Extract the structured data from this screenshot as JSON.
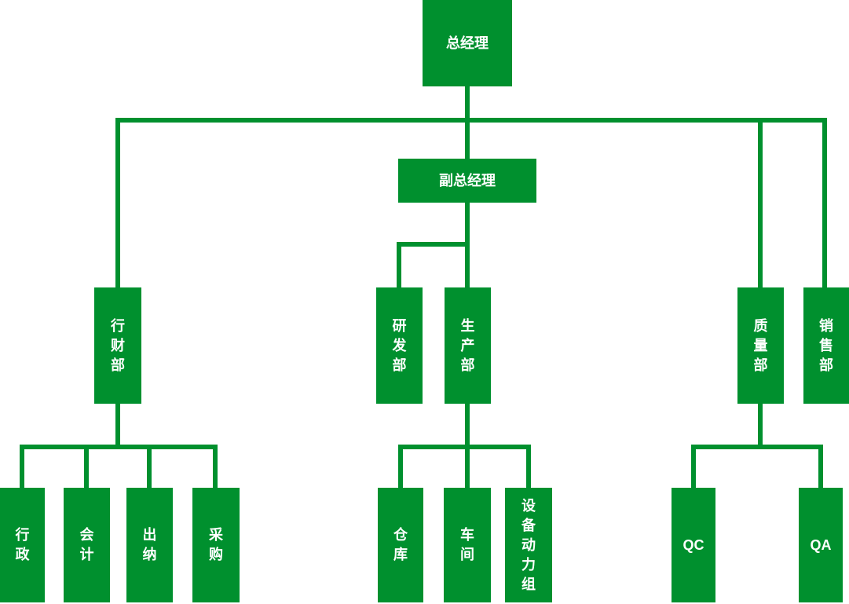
{
  "diagram": {
    "type": "org-chart",
    "colors": {
      "node_fill": "#00902E",
      "connector": "#00902E",
      "text": "#FFFFFF",
      "background": "#FFFFFF"
    },
    "nodes": {
      "root": "总经理",
      "deputy": "副总经理",
      "finance": "行财部",
      "rnd": "研发部",
      "production": "生产部",
      "quality": "质量部",
      "sales": "销售部",
      "admin": "行政",
      "accounting": "会计",
      "cashier": "出纳",
      "purchasing": "采购",
      "warehouse": "仓库",
      "workshop": "车间",
      "equipment": "设备动力组",
      "qc": "QC",
      "qa": "QA"
    },
    "edges": [
      [
        "总经理",
        "行财部"
      ],
      [
        "总经理",
        "副总经理"
      ],
      [
        "总经理",
        "质量部"
      ],
      [
        "总经理",
        "销售部"
      ],
      [
        "副总经理",
        "研发部"
      ],
      [
        "副总经理",
        "生产部"
      ],
      [
        "行财部",
        "行政"
      ],
      [
        "行财部",
        "会计"
      ],
      [
        "行财部",
        "出纳"
      ],
      [
        "行财部",
        "采购"
      ],
      [
        "生产部",
        "仓库"
      ],
      [
        "生产部",
        "车间"
      ],
      [
        "生产部",
        "设备动力组"
      ],
      [
        "质量部",
        "QC"
      ],
      [
        "质量部",
        "QA"
      ]
    ]
  }
}
